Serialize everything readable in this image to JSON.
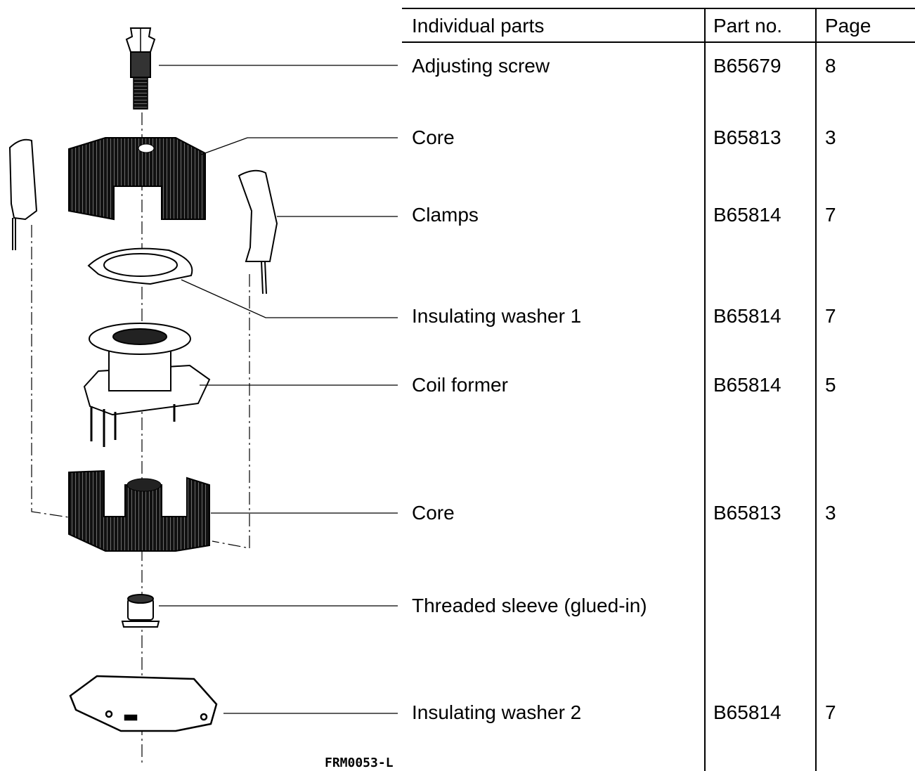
{
  "table": {
    "headers": [
      "Individual parts",
      "Part no.",
      "Page"
    ],
    "rows": [
      {
        "name": "Adjusting screw",
        "part_no": "B65679",
        "page": "8"
      },
      {
        "name": "Core",
        "part_no": "B65813",
        "page": "3"
      },
      {
        "name": "Clamps",
        "part_no": "B65814",
        "page": "7"
      },
      {
        "name": "Insulating washer 1",
        "part_no": "B65814",
        "page": "7"
      },
      {
        "name": "Coil former",
        "part_no": "B65814",
        "page": "5"
      },
      {
        "name": "Core",
        "part_no": "B65813",
        "page": "3"
      },
      {
        "name": "Threaded sleeve (glued-in)",
        "part_no": "",
        "page": ""
      },
      {
        "name": "Insulating washer 2",
        "part_no": "B65814",
        "page": "7"
      }
    ]
  },
  "figure_id": "FRM0053-L"
}
